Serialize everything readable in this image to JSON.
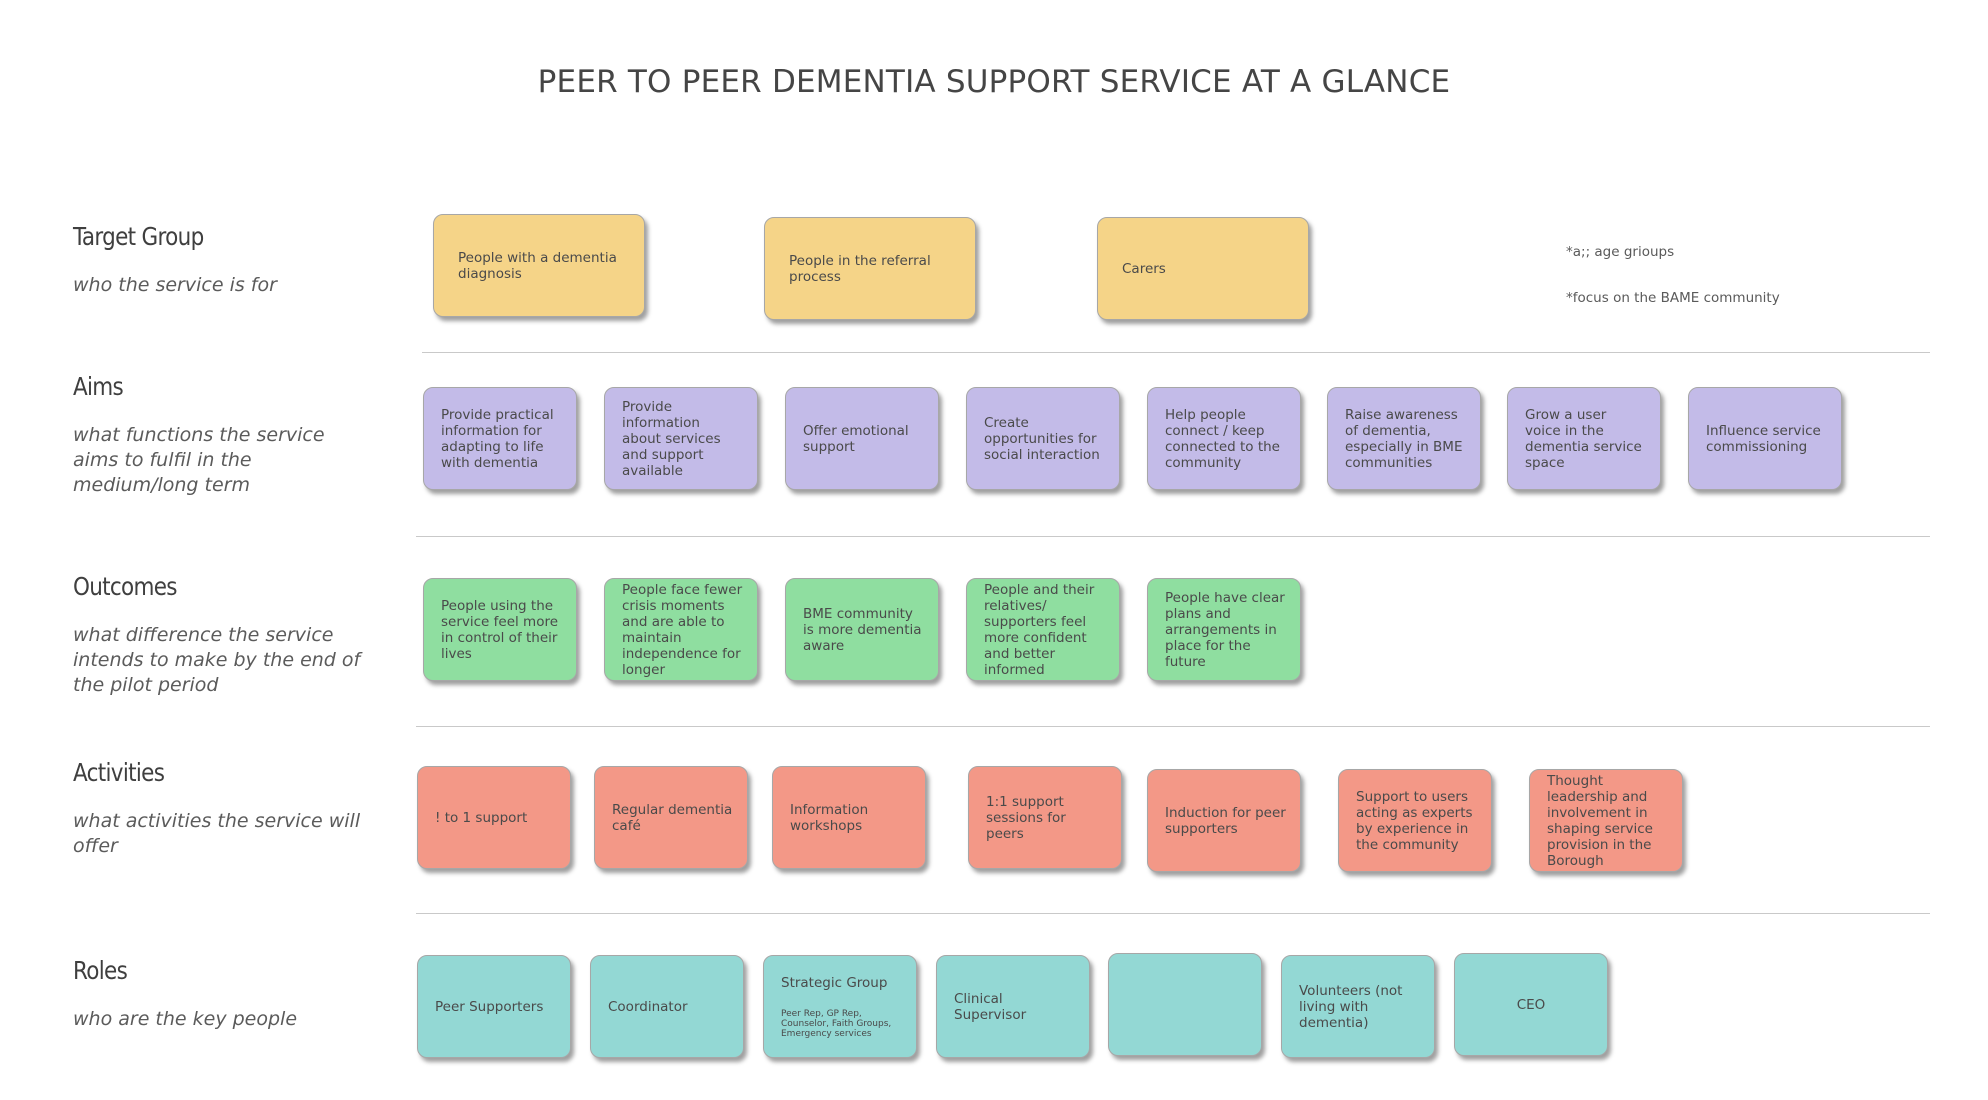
{
  "title": "PEER TO PEER DEMENTIA SUPPORT SERVICE AT A GLANCE",
  "colors": {
    "target_group": "#f5d488",
    "aims": "#c3bbe8",
    "outcomes": "#8fdea0",
    "activities": "#f39887",
    "roles": "#93d8d4"
  },
  "rows": {
    "target_group": {
      "heading": "Target Group",
      "description": "who the service is for",
      "notes": [
        "People with a dementia diagnosis",
        "People in the referral process",
        "Carers"
      ],
      "annotations": [
        "*a;; age grioups",
        "*focus on the BAME community"
      ]
    },
    "aims": {
      "heading": "Aims",
      "description": "what functions the service aims to fulfil in the medium/long term",
      "notes": [
        "Provide practical information for adapting to life with dementia",
        "Provide information about services and support available",
        "Offer emotional support",
        "Create opportunities for social interaction",
        "Help people connect / keep connected to the community",
        "Raise awareness of dementia, especially in BME communities",
        "Grow a user voice in the dementia service space",
        "Influence service commissioning"
      ]
    },
    "outcomes": {
      "heading": "Outcomes",
      "description": "what difference the service intends to make by the end of the pilot period",
      "notes": [
        "People using the service feel more in control of their lives",
        "People face fewer crisis moments and are able to maintain independence for longer",
        "BME community is more dementia aware",
        "People and their relatives/ supporters feel more confident and better informed",
        "People have clear plans and arrangements in place for the future"
      ]
    },
    "activities": {
      "heading": "Activities",
      "description": "what activities the service will offer",
      "notes": [
        "! to 1 support",
        "Regular dementia café",
        "Information workshops",
        "1:1 support sessions for peers",
        "Induction for peer supporters",
        "Support to users acting as experts by experience in the community",
        "Thought leadership and involvement in shaping service provision in the Borough"
      ]
    },
    "roles": {
      "heading": "Roles",
      "description": "who are the key people",
      "notes": [
        {
          "label": "Peer Supporters",
          "detail": ""
        },
        {
          "label": "Coordinator",
          "detail": ""
        },
        {
          "label": "Strategic Group",
          "detail": "Peer Rep, GP Rep, Counselor, Faith Groups, Emergency services"
        },
        {
          "label": "Clinical Supervisor",
          "detail": ""
        },
        {
          "label": "",
          "detail": ""
        },
        {
          "label": "Volunteers (not living with dementia)",
          "detail": ""
        },
        {
          "label": "CEO",
          "detail": ""
        }
      ]
    }
  }
}
